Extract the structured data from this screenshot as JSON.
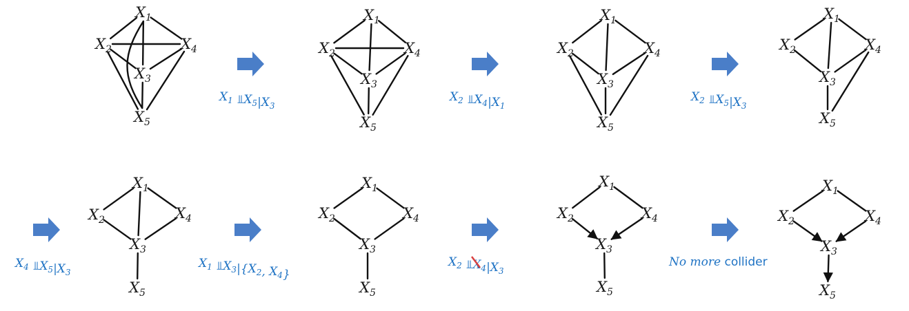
{
  "colors": {
    "arrow": "#4a7ec8",
    "step_text": "#1f73c4",
    "edge": "#111111",
    "not_mark": "#d94040"
  },
  "nodes": {
    "x1": "X1",
    "x2": "X2",
    "x3": "X3",
    "x4": "X4",
    "x5": "X5"
  },
  "steps": [
    {
      "a": "X1",
      "b": "X5",
      "cond": "X3",
      "op": "indep"
    },
    {
      "a": "X2",
      "b": "X4",
      "cond": "X1",
      "op": "indep"
    },
    {
      "a": "X2",
      "b": "X5",
      "cond": "X3",
      "op": "indep"
    },
    {
      "a": "X4",
      "b": "X5",
      "cond": "X3",
      "op": "indep"
    },
    {
      "a": "X1",
      "b": "X3",
      "cond": "{X2, X4}",
      "op": "indep"
    },
    {
      "a": "X2",
      "b": "X4",
      "cond": "X3",
      "op": "not-indep"
    },
    {
      "text_italic": "No more",
      "text_plain": " collider"
    }
  ],
  "icons": {
    "step_arrow": "right-block-arrow-icon",
    "independence": "independence-symbol-icon"
  }
}
